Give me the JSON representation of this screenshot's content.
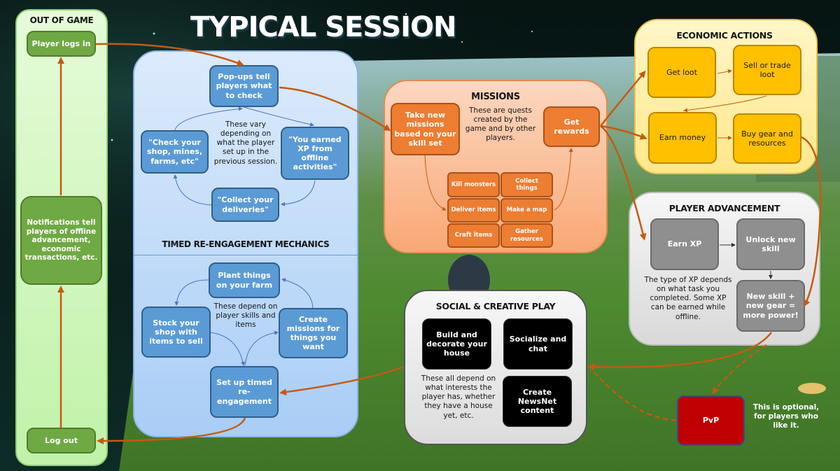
{
  "title": "TYPICAL SESSION",
  "colors": {
    "arrow": "#c55a11",
    "green_panel": "#d7f5c4",
    "blue_panel": "#cfe4fb",
    "orange_panel": "#fbb38a",
    "yellow_panel": "#ffeb99",
    "grey_panel": "#ededed",
    "pvp": "#c00000"
  },
  "out_of_game": {
    "heading": "OUT OF GAME",
    "login": "Player logs in",
    "notifications": "Notifications tell players of offline advancement, economic transactions, etc.",
    "logout": "Log out"
  },
  "popups": {
    "main": "Pop-ups tell players what to check",
    "check": "\"Check your shop, mines, farms, etc\"",
    "xp": "\"You earned XP from offline activities\"",
    "collect": "\"Collect your deliveries\"",
    "note": "These vary depending on what the player set up in the previous session."
  },
  "timed": {
    "heading": "TIMED RE-ENGAGEMENT MECHANICS",
    "plant": "Plant things on your farm",
    "stock": "Stock your shop with items to sell",
    "create": "Create missions for things you want",
    "setup": "Set up timed re-engagement",
    "note": "These depend on player skills and items"
  },
  "missions": {
    "heading": "MISSIONS",
    "take": "Take new missions based on your skill set",
    "note": "These are quests created by the game and by other players.",
    "rewards": "Get rewards",
    "types": [
      "Kill monsters",
      "Collect things",
      "Deliver items",
      "Make a map",
      "Craft items",
      "Gather resources"
    ]
  },
  "economic": {
    "heading": "ECONOMIC ACTIONS",
    "loot": "Get loot",
    "sell": "Sell or trade loot",
    "money": "Earn money",
    "buy": "Buy gear and resources"
  },
  "advancement": {
    "heading": "PLAYER ADVANCEMENT",
    "xp": "Earn XP",
    "unlock": "Unlock new skill",
    "power": "New skill + new gear = more power!",
    "note": "The type of XP depends on what task you completed. Some XP can be earned while offline."
  },
  "social": {
    "heading": "SOCIAL & CREATIVE PLAY",
    "build": "Build and decorate your house",
    "socialize": "Socialize and chat",
    "newsnet": "Create NewsNet content",
    "note": "These all depend on what interests the player has, whether they have a house yet, etc."
  },
  "pvp": {
    "label": "PvP",
    "note": "This is optional, for players who like it."
  }
}
